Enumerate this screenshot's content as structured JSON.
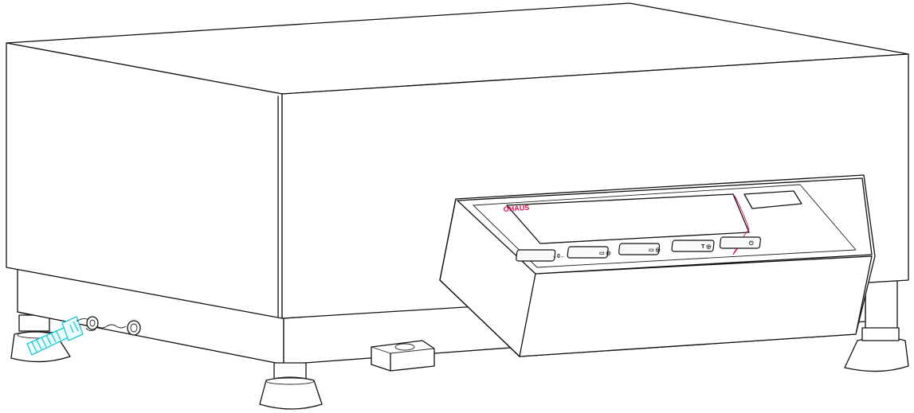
{
  "colors": {
    "line": "#111111",
    "brand": "#e0104a",
    "capacity_text": "#2a4aa8",
    "accessory": "#1cc6d6"
  },
  "indicator": {
    "brand_text": "OHAUS",
    "capacity_text": "",
    "keys": [
      {
        "label": "",
        "icon": "zero-icon"
      },
      {
        "label": "",
        "icon": "print-icon"
      },
      {
        "label": "",
        "icon": "function-icon"
      },
      {
        "label": "",
        "icon": "tare-icon"
      },
      {
        "label": "",
        "icon": "power-icon"
      }
    ]
  },
  "accessories": {
    "screw": "cyan-screw",
    "cable": "cable-loop"
  }
}
